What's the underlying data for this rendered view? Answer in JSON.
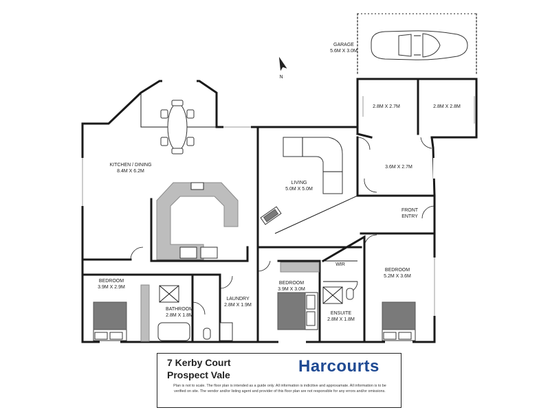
{
  "compass": {
    "label": "N"
  },
  "rooms": {
    "garage": {
      "name": "GARAGE",
      "size": "5.6M X 3.0M"
    },
    "store_1": {
      "size": "2.8M X 2.7M"
    },
    "store_2": {
      "size": "2.8M X 2.8M"
    },
    "room_3": {
      "size": "3.6M X 2.7M"
    },
    "kitchen": {
      "name": "KITCHEN  / DINING",
      "size": "8.4M X 6.2M"
    },
    "living": {
      "name": "LIVING",
      "size": "5.0M X 5.0M"
    },
    "front_entry": {
      "line1": "FRONT",
      "line2": "ENTRY"
    },
    "wir": {
      "name": "WIR"
    },
    "bedroom_main": {
      "name": "BEDROOM",
      "size": "5.2M X 3.6M"
    },
    "bedroom_left": {
      "name": "BEDROOM",
      "size": "3.9M X 2.9M"
    },
    "bathroom": {
      "name": "BATHROOM",
      "size": "2.8M X 1.8M"
    },
    "laundry": {
      "name": "LAUNDRY",
      "size": "2.8M X 1.9M"
    },
    "bedroom_mid": {
      "name": "BEDROOM",
      "size": "3.9M X 3.0M"
    },
    "ensuite": {
      "name": "ENSUITE",
      "size": "2.8M X 1.8M"
    }
  },
  "listing": {
    "address_line1": "7 Kerby Court",
    "address_line2": "Prospect Vale",
    "brand": "Harcourts",
    "disclaimer_line1": "Plan is not to scale. The floor plan is intended as a guide only. All information is indicitive and approxamate. All information is to be",
    "disclaimer_line2": "verified on site. The vendor and/or listing agent and provider of this floor plan are not responsible for any errors and/or omissions."
  },
  "colors": {
    "wall": "#1a1a1a",
    "brand": "#1f4a93",
    "fixture": "#bdbdbd"
  }
}
